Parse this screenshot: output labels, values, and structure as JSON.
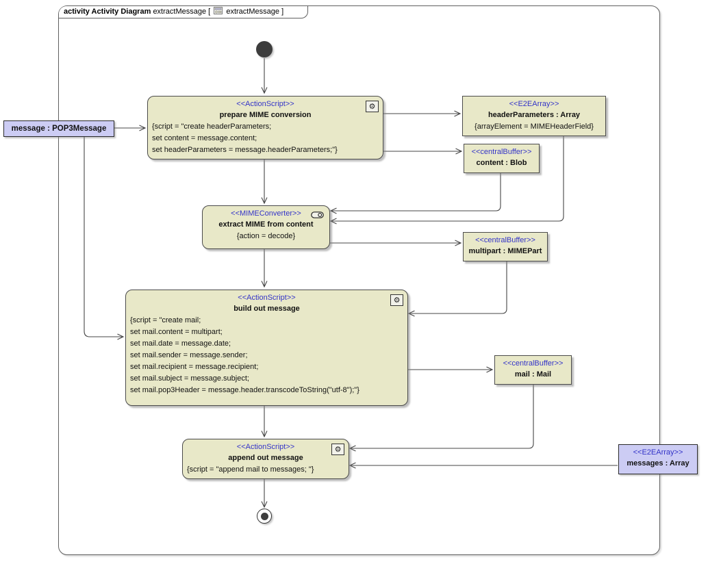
{
  "frame": {
    "title_bold": "activity Activity Diagram",
    "title_name": "extractMessage",
    "bracket_open": "[",
    "bracket_close": "]",
    "title_ref": "extractMessage"
  },
  "colors": {
    "node_fill": "#e8e8c8",
    "parameter_fill": "#ccccf4",
    "stereotype_text": "#3333c8",
    "border": "#4a4a4a",
    "edge": "#454545"
  },
  "icons": {
    "gear": "⚙",
    "converter": "stadium-with-dot",
    "diagram": "small-diagram-thumbnail"
  },
  "nodes": {
    "param_message": {
      "name": "message : POP3Message"
    },
    "prepare": {
      "stereotype": "<<ActionScript>>",
      "name": "prepare MIME conversion",
      "body": [
        "{script = \"create headerParameters;",
        "set content = message.content;",
        "set headerParameters = message.headerParameters;\"}"
      ]
    },
    "header_parameters": {
      "stereotype": "<<E2EArray>>",
      "name": "headerParameters : Array",
      "constraint": "{arrayElement = MIMEHeaderField}"
    },
    "content_blob": {
      "stereotype": "<<centralBuffer>>",
      "name": "content : Blob"
    },
    "extract": {
      "stereotype": "<<MIMEConverter>>",
      "name": "extract MIME from content",
      "constraint": "{action = decode}"
    },
    "multipart": {
      "stereotype": "<<centralBuffer>>",
      "name": "multipart : MIMEPart"
    },
    "build": {
      "stereotype": "<<ActionScript>>",
      "name": "build out message",
      "body": [
        "{script = \"create mail;",
        "set mail.content = multipart;",
        "set mail.date = message.date;",
        "set mail.sender = message.sender;",
        "set mail.recipient = message.recipient;",
        "set mail.subject = message.subject;",
        "set mail.pop3Header = message.header.transcodeToString(\"utf-8\");\"}"
      ]
    },
    "mail": {
      "stereotype": "<<centralBuffer>>",
      "name": "mail : Mail"
    },
    "append": {
      "stereotype": "<<ActionScript>>",
      "name": "append out message",
      "body": [
        "{script = \"append mail to messages; \"}"
      ]
    },
    "param_messages": {
      "stereotype": "<<E2EArray>>",
      "name": "messages : Array"
    }
  }
}
